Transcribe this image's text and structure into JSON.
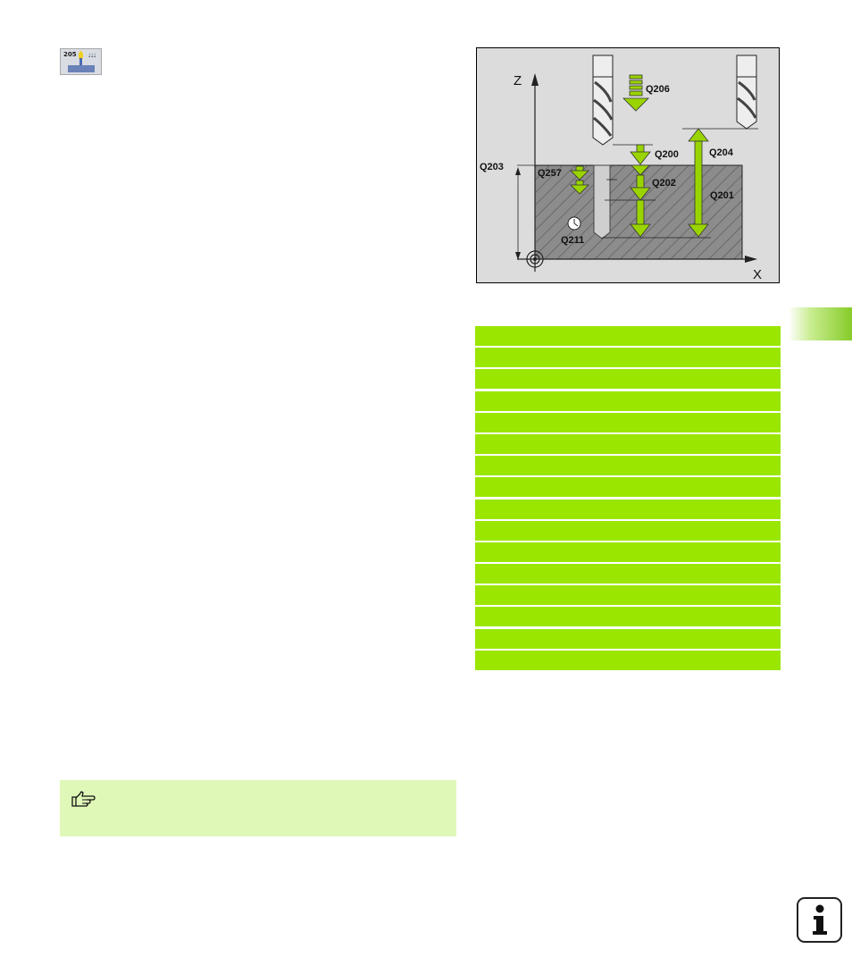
{
  "cycle_icon": {
    "number": "205",
    "arrows": "↓↓↓",
    "name": "universal-pecking-cycle-icon"
  },
  "figure": {
    "axis_z": "Z",
    "axis_x": "X",
    "labels": {
      "q206": "Q206",
      "q200": "Q200",
      "q204": "Q204",
      "q203": "Q203",
      "q257": "Q257",
      "q202": "Q202",
      "q201": "Q201",
      "q211": "Q211"
    },
    "colors": {
      "arrow": "#9ad400",
      "workpiece": "#8c8c8c",
      "background": "#dcdcdc"
    }
  },
  "parameter_table": {
    "row_count": 16,
    "row_color": "#9ae600"
  },
  "note": {
    "icon": "pointing-hand-icon"
  },
  "info_badge": {
    "icon": "info-icon"
  }
}
